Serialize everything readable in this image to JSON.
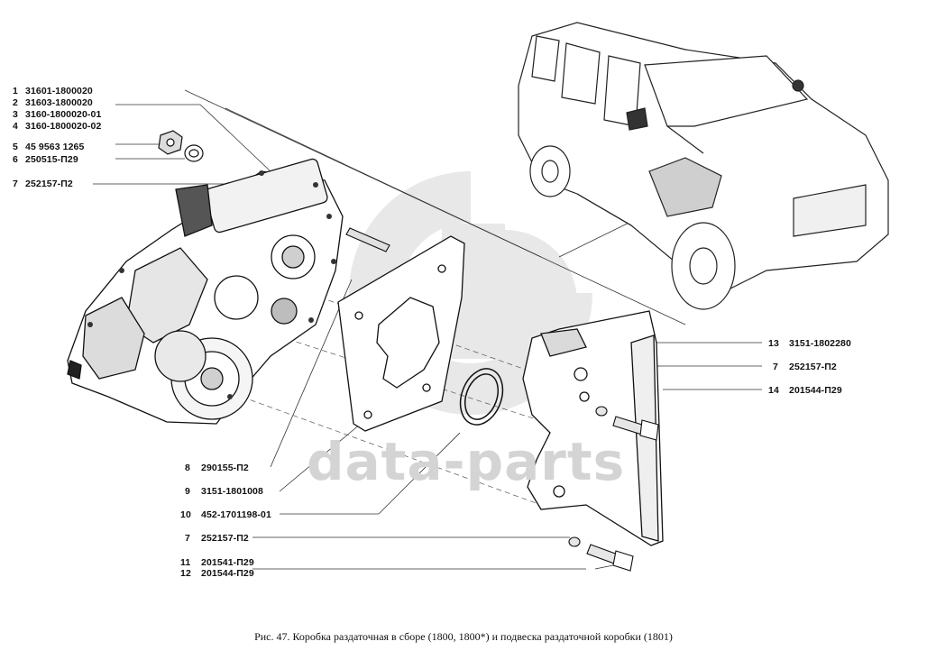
{
  "watermark": {
    "text": "data-parts"
  },
  "caption": "Рис. 47. Коробка раздаточная в сборе (1800, 1800*) и подвеска раздаточной коробки (1801)",
  "callouts_left": [
    {
      "num": "1",
      "code": "31601-1800020"
    },
    {
      "num": "2",
      "code": "31603-1800020"
    },
    {
      "num": "3",
      "code": "3160-1800020-01"
    },
    {
      "num": "4",
      "code": "3160-1800020-02"
    },
    {
      "num": "5",
      "code": "45 9563 1265"
    },
    {
      "num": "6",
      "code": "250515-П29"
    },
    {
      "num": "7",
      "code": "252157-П2"
    }
  ],
  "callouts_bottom_left": [
    {
      "num": "8",
      "code": "290155-П2"
    },
    {
      "num": "9",
      "code": "3151-1801008"
    },
    {
      "num": "10",
      "code": "452-1701198-01"
    },
    {
      "num": "7",
      "code": "252157-П2"
    },
    {
      "num": "11",
      "code": "201541-П29"
    },
    {
      "num": "12",
      "code": "201544-П29"
    }
  ],
  "callouts_right": [
    {
      "num": "13",
      "code": "3151-1802280"
    },
    {
      "num": "7",
      "code": "252157-П2"
    },
    {
      "num": "14",
      "code": "201544-П29"
    }
  ]
}
